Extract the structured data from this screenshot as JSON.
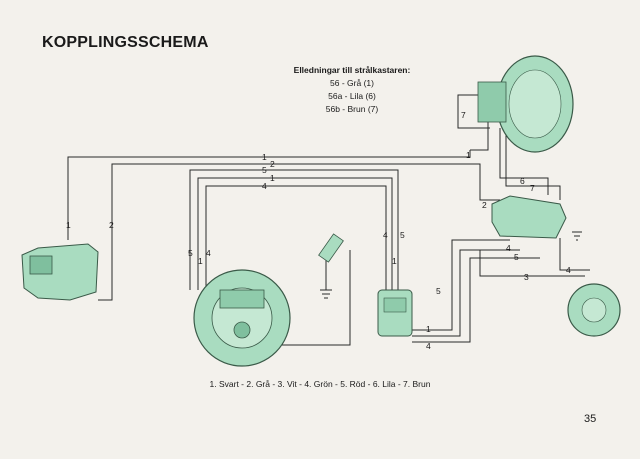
{
  "title": "KOPPLINGSSCHEMA",
  "headlamp_legend": {
    "title": "Elledningar till strålkastaren:",
    "lines": [
      "56  - Grå (1)",
      "56a - Lila (6)",
      "56b - Brun (7)"
    ]
  },
  "color_legend": "1. Svart - 2. Grå - 3. Vit - 4. Grön - 5. Röd - 6. Lila - 7. Brun",
  "page_number": "35",
  "wire_labels": {
    "taillamp_1": "1",
    "taillamp_2": "2",
    "top_1": "1",
    "top_2": "2",
    "mid_5": "5",
    "mid_1": "1",
    "mid_4": "4",
    "left_5": "5",
    "left_1": "1",
    "left_4": "4",
    "center_4": "4",
    "center_5": "5",
    "center_1": "1",
    "head_7": "7",
    "head_1": "1",
    "head_6": "6",
    "head_7b": "7",
    "switch_2": "2",
    "switch_4": "4",
    "switch_5": "5",
    "horn_3": "3",
    "horn_4": "4",
    "reg_5": "5",
    "reg_1": "1",
    "reg_4": "4"
  },
  "colors": {
    "component_fill": "#a9dcc0",
    "component_stroke": "#3a5a48",
    "wire": "#2a2a2a"
  }
}
